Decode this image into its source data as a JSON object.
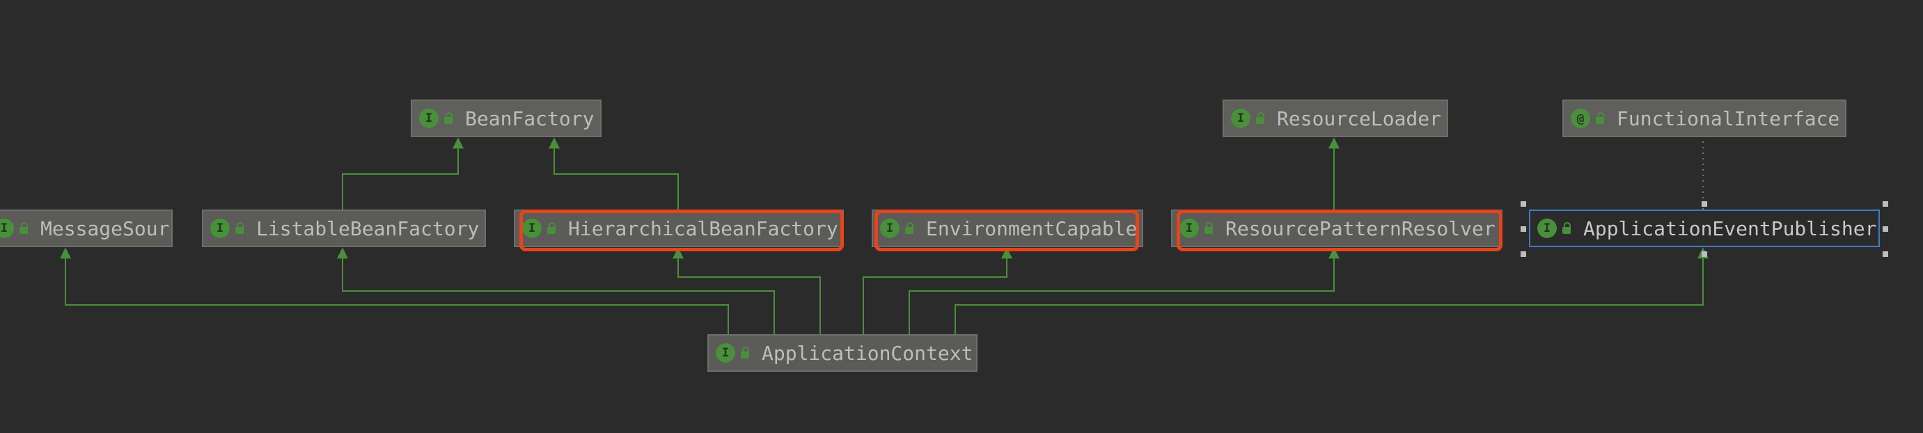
{
  "colors": {
    "background": "#2b2b2b",
    "node_fill": "#5b5b57",
    "edge": "#4a8f3c",
    "highlight": "#e8431a",
    "selection": "#3e7cc3"
  },
  "nodes": {
    "bean_factory": {
      "kind": "I",
      "label": "BeanFactory"
    },
    "resource_loader": {
      "kind": "I",
      "label": "ResourceLoader"
    },
    "functional_interface": {
      "kind": "@",
      "label": "FunctionalInterface"
    },
    "message_source": {
      "kind": "I",
      "label": "MessageSource"
    },
    "listable_bean_factory": {
      "kind": "I",
      "label": "ListableBeanFactory"
    },
    "hierarchical_bean_factory": {
      "kind": "I",
      "label": "HierarchicalBeanFactory"
    },
    "environment_capable": {
      "kind": "I",
      "label": "EnvironmentCapable"
    },
    "resource_pattern_resolver": {
      "kind": "I",
      "label": "ResourcePatternResolver"
    },
    "application_event_publisher": {
      "kind": "I",
      "label": "ApplicationEventPublisher"
    },
    "application_context": {
      "kind": "I",
      "label": "ApplicationContext"
    }
  },
  "edges": [
    {
      "from": "listable_bean_factory",
      "to": "bean_factory",
      "style": "extends"
    },
    {
      "from": "hierarchical_bean_factory",
      "to": "bean_factory",
      "style": "extends"
    },
    {
      "from": "resource_pattern_resolver",
      "to": "resource_loader",
      "style": "extends"
    },
    {
      "from": "application_event_publisher",
      "to": "functional_interface",
      "style": "annotated"
    },
    {
      "from": "application_context",
      "to": "message_source",
      "style": "extends"
    },
    {
      "from": "application_context",
      "to": "listable_bean_factory",
      "style": "extends"
    },
    {
      "from": "application_context",
      "to": "hierarchical_bean_factory",
      "style": "extends"
    },
    {
      "from": "application_context",
      "to": "environment_capable",
      "style": "extends"
    },
    {
      "from": "application_context",
      "to": "resource_pattern_resolver",
      "style": "extends"
    },
    {
      "from": "application_context",
      "to": "application_event_publisher",
      "style": "extends"
    }
  ],
  "highlighted": [
    "hierarchical_bean_factory",
    "environment_capable",
    "resource_pattern_resolver"
  ],
  "selected": "application_event_publisher"
}
